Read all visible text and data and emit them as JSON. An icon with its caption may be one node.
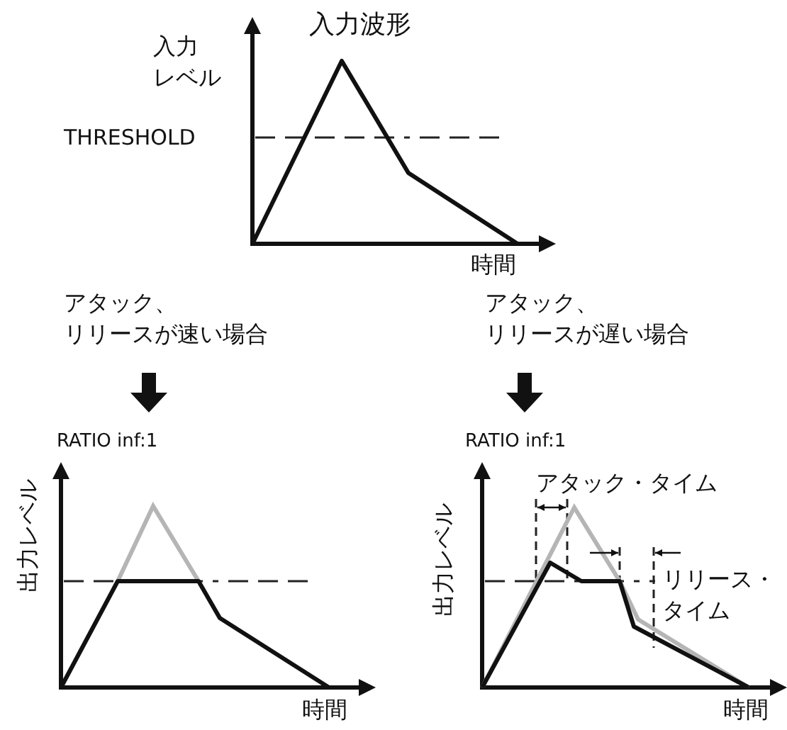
{
  "diagram": {
    "labels": [
      "入力波形",
      "入力レベル",
      "THRESHOLD",
      "時間",
      "アタック、リリースが速い場合",
      "アタック、リリースが遅い場合",
      "RATIO inf:1",
      "RATIO inf:1",
      "アタック・タイム",
      "出力レベル",
      "出力レベル",
      "リリース・タイム",
      "時間",
      "時間"
    ]
  }
}
